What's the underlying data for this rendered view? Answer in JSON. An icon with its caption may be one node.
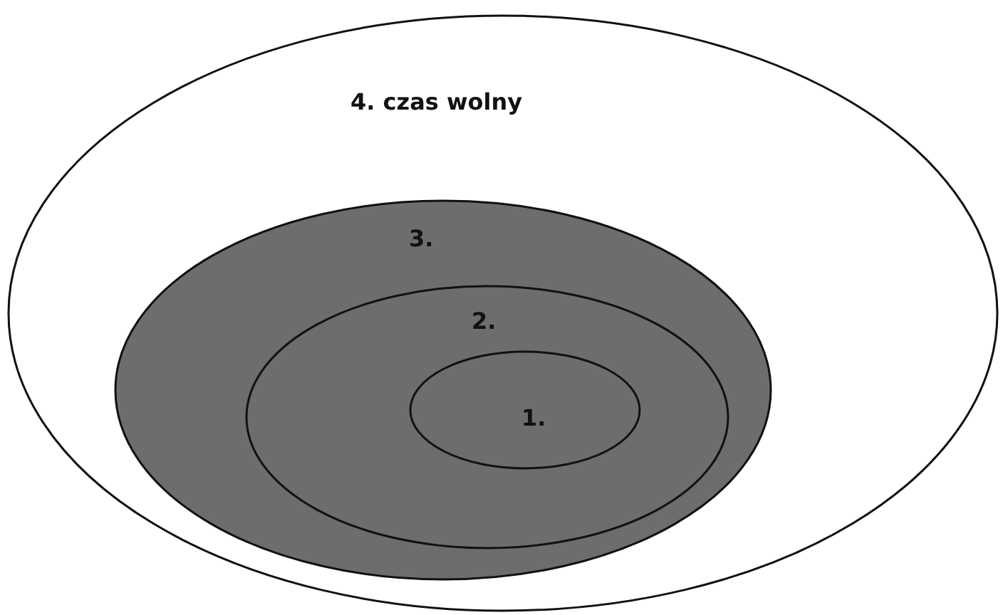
{
  "diagram": {
    "nodes": [
      {
        "text": [
          "4. czas wolny"
        ]
      },
      {
        "text": [
          "3."
        ],
        "in": 0
      },
      {
        "text": [
          "2."
        ],
        "in": 1
      },
      {
        "text": [
          "1."
        ],
        "in": 2
      }
    ]
  }
}
